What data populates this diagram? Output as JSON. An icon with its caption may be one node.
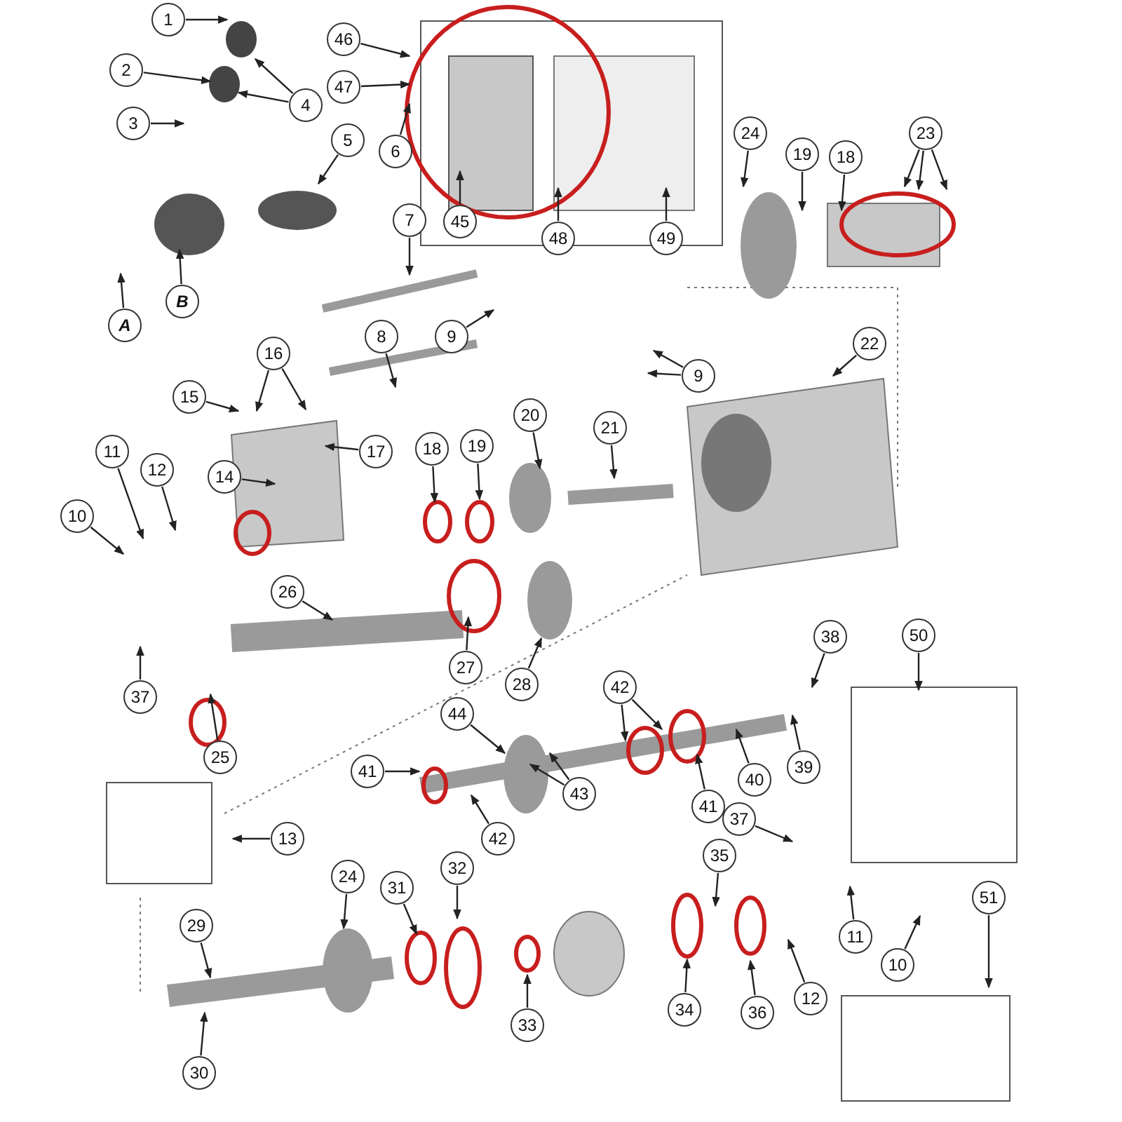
{
  "diagram": {
    "nodes": [
      {
        "text": [
          "1"
        ]
      },
      {
        "text": [
          "2"
        ]
      },
      {
        "text": [
          "46"
        ]
      },
      {
        "text": [
          "47"
        ]
      },
      {
        "text": [
          "4"
        ]
      },
      {
        "text": [
          "3"
        ]
      },
      {
        "text": [
          "6"
        ]
      },
      {
        "text": [
          "5"
        ]
      },
      {
        "text": [
          "24"
        ]
      },
      {
        "text": [
          "23"
        ]
      },
      {
        "text": [
          "18"
        ]
      },
      {
        "text": [
          "19"
        ]
      },
      {
        "text": [
          "7"
        ]
      },
      {
        "text": [
          "45"
        ]
      },
      {
        "text": [
          "48"
        ]
      },
      {
        "text": [
          "49"
        ]
      },
      {
        "text": [
          "B"
        ]
      },
      {
        "text": [
          "A"
        ]
      },
      {
        "text": [
          "8"
        ]
      },
      {
        "text": [
          "9"
        ]
      },
      {
        "text": [
          "22"
        ]
      },
      {
        "text": [
          "16"
        ]
      },
      {
        "text": [
          "9"
        ]
      },
      {
        "text": [
          "15"
        ]
      },
      {
        "text": [
          "21"
        ]
      },
      {
        "text": [
          "20"
        ]
      },
      {
        "text": [
          "18"
        ]
      },
      {
        "text": [
          "19"
        ]
      },
      {
        "text": [
          "17"
        ]
      },
      {
        "text": [
          "11"
        ]
      },
      {
        "text": [
          "12"
        ]
      },
      {
        "text": [
          "14"
        ]
      },
      {
        "text": [
          "10"
        ]
      },
      {
        "text": [
          "26"
        ]
      },
      {
        "text": [
          "50"
        ]
      },
      {
        "text": [
          "38"
        ]
      },
      {
        "text": [
          "27"
        ]
      },
      {
        "text": [
          "28"
        ]
      },
      {
        "text": [
          "42"
        ]
      },
      {
        "text": [
          "37"
        ]
      },
      {
        "text": [
          "44"
        ]
      },
      {
        "text": [
          "25"
        ]
      },
      {
        "text": [
          "39"
        ]
      },
      {
        "text": [
          "41"
        ]
      },
      {
        "text": [
          "40"
        ]
      },
      {
        "text": [
          "43"
        ]
      },
      {
        "text": [
          "41"
        ]
      },
      {
        "text": [
          "37"
        ]
      },
      {
        "text": [
          "42"
        ]
      },
      {
        "text": [
          "13"
        ]
      },
      {
        "text": [
          "32"
        ]
      },
      {
        "text": [
          "35"
        ]
      },
      {
        "text": [
          "24"
        ]
      },
      {
        "text": [
          "31"
        ]
      },
      {
        "text": [
          "29"
        ]
      },
      {
        "text": [
          "51"
        ]
      },
      {
        "text": [
          "11"
        ]
      },
      {
        "text": [
          "10"
        ]
      },
      {
        "text": [
          "12"
        ]
      },
      {
        "text": [
          "36"
        ]
      },
      {
        "text": [
          "34"
        ]
      },
      {
        "text": [
          "33"
        ]
      },
      {
        "text": [
          "30"
        ]
      }
    ],
    "edges": [
      {
        "from": 0,
        "to": null,
        "arrow": "to"
      },
      {
        "from": 1,
        "to": null,
        "arrow": "to"
      },
      {
        "from": 2,
        "to": null,
        "arrow": "to"
      },
      {
        "from": 3,
        "to": null,
        "arrow": "to"
      },
      {
        "from": 4,
        "to": null,
        "arrow": "to"
      },
      {
        "from": 4,
        "to": null,
        "arrow": "to"
      },
      {
        "from": 5,
        "to": null,
        "arrow": "to"
      },
      {
        "from": 6,
        "to": null,
        "arrow": "to"
      },
      {
        "from": 7,
        "to": null,
        "arrow": "to"
      },
      {
        "from": 8,
        "to": null,
        "arrow": "to"
      },
      {
        "from": 9,
        "to": null,
        "arrow": "to"
      },
      {
        "from": 9,
        "to": null,
        "arrow": "to"
      },
      {
        "from": 9,
        "to": null,
        "arrow": "to"
      },
      {
        "from": 10,
        "to": null,
        "arrow": "to"
      },
      {
        "from": 11,
        "to": null,
        "arrow": "to"
      },
      {
        "from": 12,
        "to": null,
        "arrow": "to"
      },
      {
        "from": 13,
        "to": null,
        "arrow": "to"
      },
      {
        "from": 14,
        "to": null,
        "arrow": "to"
      },
      {
        "from": 15,
        "to": null,
        "arrow": "to"
      },
      {
        "from": 16,
        "to": null,
        "arrow": "to"
      },
      {
        "from": 17,
        "to": null,
        "arrow": "to"
      },
      {
        "from": 18,
        "to": null,
        "arrow": "to"
      },
      {
        "from": 19,
        "to": null,
        "arrow": "to"
      },
      {
        "from": 20,
        "to": null,
        "arrow": "to"
      },
      {
        "from": 21,
        "to": null,
        "arrow": "to"
      },
      {
        "from": 21,
        "to": null,
        "arrow": "to"
      },
      {
        "from": 22,
        "to": null,
        "arrow": "to"
      },
      {
        "from": 22,
        "to": null,
        "arrow": "to"
      },
      {
        "from": 23,
        "to": null,
        "arrow": "to"
      },
      {
        "from": 24,
        "to": null,
        "arrow": "to"
      },
      {
        "from": 25,
        "to": null,
        "arrow": "to"
      },
      {
        "from": 26,
        "to": null,
        "arrow": "to"
      },
      {
        "from": 27,
        "to": null,
        "arrow": "to"
      },
      {
        "from": 28,
        "to": null,
        "arrow": "to"
      },
      {
        "from": 29,
        "to": null,
        "arrow": "to"
      },
      {
        "from": 30,
        "to": null,
        "arrow": "to"
      },
      {
        "from": 31,
        "to": null,
        "arrow": "to"
      },
      {
        "from": 32,
        "to": null,
        "arrow": "to"
      },
      {
        "from": 33,
        "to": null,
        "arrow": "to"
      },
      {
        "from": 34,
        "to": null,
        "arrow": "to"
      },
      {
        "from": 35,
        "to": null,
        "arrow": "to"
      },
      {
        "from": 36,
        "to": null,
        "arrow": "to"
      },
      {
        "from": 37,
        "to": null,
        "arrow": "to"
      },
      {
        "from": 38,
        "to": null,
        "arrow": "to"
      },
      {
        "from": 38,
        "to": null,
        "arrow": "to"
      },
      {
        "from": 39,
        "to": null,
        "arrow": "to"
      },
      {
        "from": 40,
        "to": null,
        "arrow": "to"
      },
      {
        "from": 41,
        "to": null,
        "arrow": "to"
      },
      {
        "from": 42,
        "to": null,
        "arrow": "to"
      },
      {
        "from": 43,
        "to": null,
        "arrow": "to"
      },
      {
        "from": 44,
        "to": null,
        "arrow": "to"
      },
      {
        "from": 45,
        "to": null,
        "arrow": "to"
      },
      {
        "from": 45,
        "to": null,
        "arrow": "to"
      },
      {
        "from": 46,
        "to": null,
        "arrow": "to"
      },
      {
        "from": 47,
        "to": null,
        "arrow": "to"
      },
      {
        "from": 48,
        "to": null,
        "arrow": "to"
      },
      {
        "from": 49,
        "to": null,
        "arrow": "to"
      },
      {
        "from": 50,
        "to": null,
        "arrow": "to"
      },
      {
        "from": 51,
        "to": null,
        "arrow": "to"
      },
      {
        "from": 52,
        "to": null,
        "arrow": "to"
      },
      {
        "from": 53,
        "to": null,
        "arrow": "to"
      },
      {
        "from": 54,
        "to": null,
        "arrow": "to"
      },
      {
        "from": 55,
        "to": null,
        "arrow": "to"
      },
      {
        "from": 56,
        "to": null,
        "arrow": "to"
      },
      {
        "from": 57,
        "to": null,
        "arrow": "to"
      },
      {
        "from": 58,
        "to": null,
        "arrow": "to"
      },
      {
        "from": 59,
        "to": null,
        "arrow": "to"
      },
      {
        "from": 60,
        "to": null,
        "arrow": "to"
      },
      {
        "from": 61,
        "to": null,
        "arrow": "to"
      },
      {
        "from": 62,
        "to": null,
        "arrow": "to"
      }
    ]
  }
}
